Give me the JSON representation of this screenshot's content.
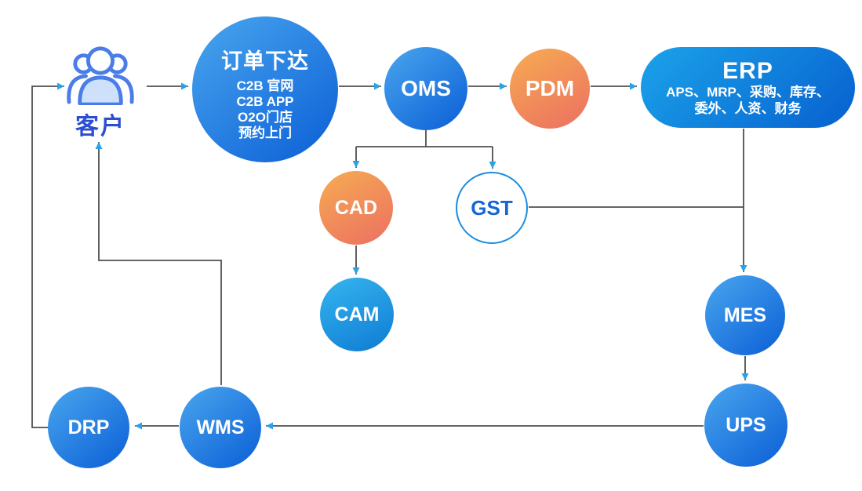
{
  "diagram": {
    "customer": {
      "label": "客户"
    },
    "order": {
      "title": "订单下达",
      "channels": [
        "C2B 官网",
        "C2B APP",
        "O2O门店",
        "预约上门"
      ]
    },
    "oms": "OMS",
    "pdm": "PDM",
    "erp": {
      "title": "ERP",
      "modules_line1": "APS、MRP、采购、库存、",
      "modules_line2": "委外、人资、财务"
    },
    "cad": "CAD",
    "gst": "GST",
    "cam": "CAM",
    "mes": "MES",
    "ups": "UPS",
    "wms": "WMS",
    "drp": "DRP"
  },
  "colors": {
    "node_blue_light": "#49a6ee",
    "node_blue_dark": "#0b5ed6",
    "node_orange_light": "#f6ac52",
    "node_orange_dark": "#ec6f62",
    "node_cyan_light": "#35b5ee",
    "node_cyan_dark": "#0f7bd4",
    "gst_border": "#1a8ce0",
    "gst_text": "#1566d6",
    "customer_text": "#2b4ed2",
    "customer_icon_stroke": "#4a7de8",
    "customer_icon_fill": "#cfe1fa",
    "line": "#4f4f51",
    "arrowhead": "#29a2e8"
  }
}
